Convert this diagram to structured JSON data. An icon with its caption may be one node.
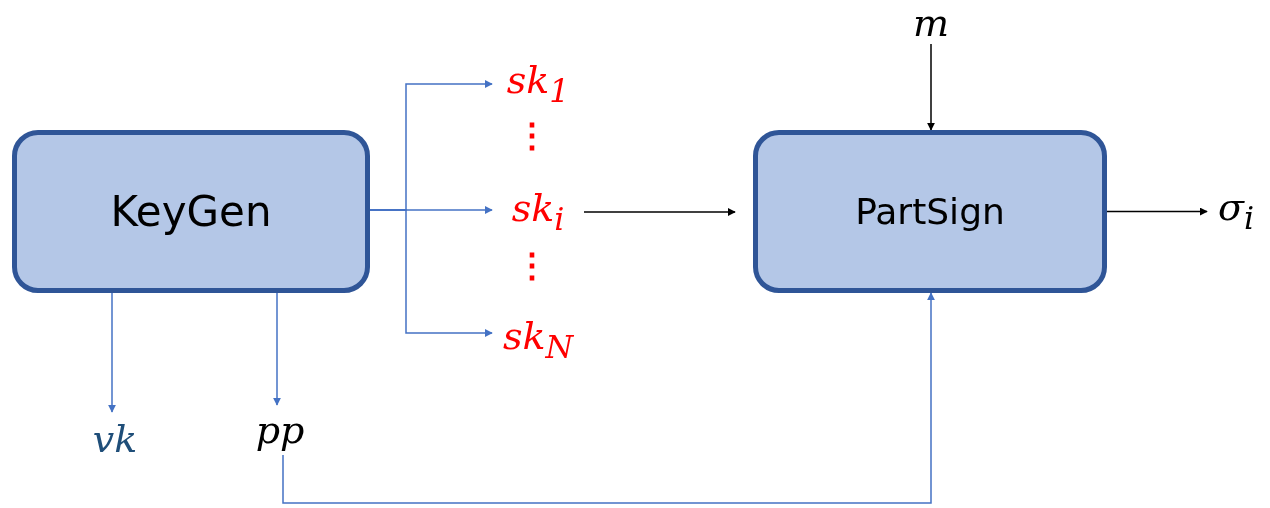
{
  "diagram": {
    "nodes": [
      {
        "text": [
          "KeyGen"
        ]
      },
      {
        "text": [
          "PartSign"
        ]
      },
      {
        "text": [
          "sk$_{1}$"
        ]
      },
      {
        "text": [
          "sk$_{i}$"
        ]
      },
      {
        "text": [
          "sk$_{N}$"
        ]
      },
      {
        "text": [
          "vk"
        ]
      },
      {
        "text": [
          "pp"
        ]
      },
      {
        "text": [
          "m"
        ]
      },
      {
        "text": [
          "σ$_{i}$"
        ]
      }
    ],
    "edges": [
      {
        "from": 0,
        "to": 2,
        "arrow": "to"
      },
      {
        "from": 0,
        "to": 3,
        "arrow": "to"
      },
      {
        "from": 0,
        "to": 4,
        "arrow": "to"
      },
      {
        "from": 0,
        "to": 5,
        "arrow": "to"
      },
      {
        "from": 0,
        "to": 6,
        "arrow": "to"
      },
      {
        "from": 3,
        "to": 1,
        "arrow": "to",
        "color": "#000000"
      },
      {
        "from": 7,
        "to": 1,
        "arrow": "to",
        "color": "#000000"
      },
      {
        "from": 1,
        "to": 8,
        "arrow": "to",
        "color": "#000000"
      },
      {
        "from": 6,
        "to": 1,
        "arrow": "to"
      }
    ],
    "labels": [
      "⋮",
      "⋮"
    ]
  }
}
